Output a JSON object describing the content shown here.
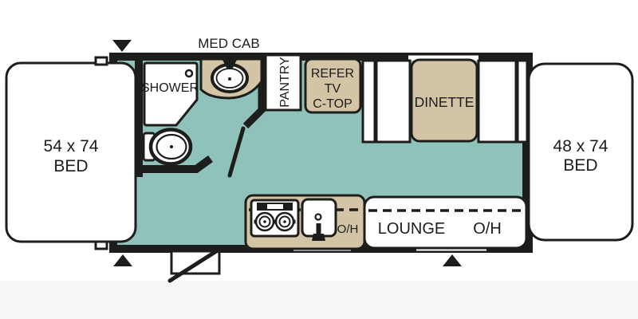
{
  "title": "RV travel trailer floorplan",
  "colors": {
    "floor": "#8fc2bb",
    "cabinet": "#d3c4a6",
    "wall": "#1d1d1b",
    "band": "#f6f6f6",
    "fixture": "#ffffff"
  },
  "labels": {
    "med_cab": "MED CAB",
    "shower": "SHOWER",
    "pantry": "PANTRY",
    "refer": {
      "line1": "REFER",
      "line2": "TV",
      "line3": "C-TOP"
    },
    "dinette": "DINETTE",
    "lounge": "LOUNGE",
    "lounge_oh": "O/H",
    "counter_oh": "O/H",
    "bed_left": {
      "size": "54 x 74",
      "label": "BED"
    },
    "bed_right": {
      "size": "48 x 74",
      "label": "BED"
    }
  },
  "icons": {
    "marker_top": "triangle-down-marker",
    "marker_bottom_left": "triangle-up-marker",
    "marker_bottom_entry": "triangle-up-marker"
  }
}
